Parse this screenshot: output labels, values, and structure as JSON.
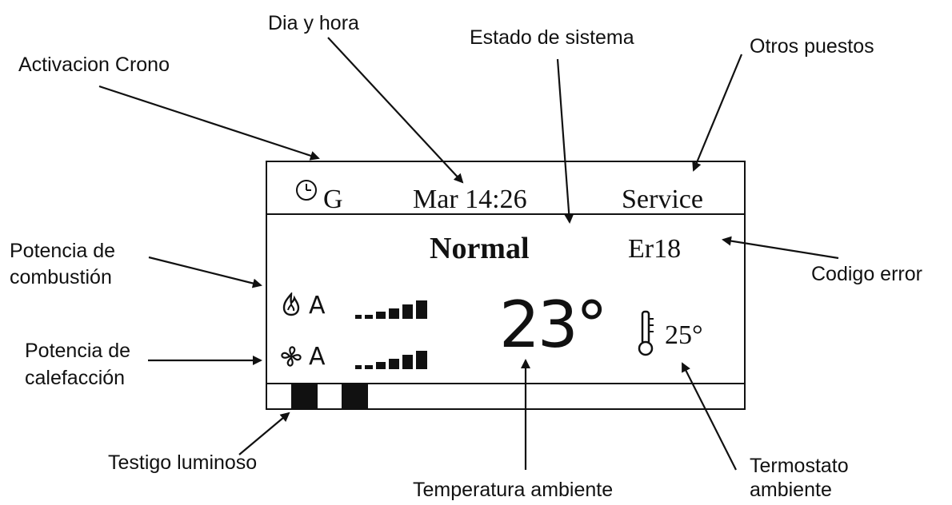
{
  "display": {
    "crono_mode": "G",
    "day_time": "Mar 14:26",
    "service": "Service",
    "system_state": "Normal",
    "error_code": "Er18",
    "combustion_mode": "A",
    "heating_mode": "A",
    "room_temperature": "23°",
    "thermostat_setpoint": "25°",
    "combustion_power_level": 6,
    "heating_power_level": 6,
    "power_levels_max": 6
  },
  "labels": {
    "activacion_crono": "Activacion Crono",
    "dia_y_hora": "Dia y hora",
    "estado_de_sistema": "Estado de sistema",
    "otros_puestos": "Otros puestos",
    "potencia_combustion_line1": "Potencia de",
    "potencia_combustion_line2": "combustión",
    "codigo_error": "Codigo error",
    "potencia_calefaccion_line1": "Potencia de",
    "potencia_calefaccion_line2": "calefacción",
    "testigo_luminoso": "Testigo luminoso",
    "temperatura_ambiente": "Temperatura ambiente",
    "termostato_line1": "Termostato",
    "termostato_line2": "ambiente"
  },
  "icons": [
    "clock-icon",
    "flame-icon",
    "fan-icon",
    "thermometer-icon",
    "indicator-light-icon"
  ],
  "colors": {
    "ink": "#111111",
    "background": "#ffffff"
  }
}
